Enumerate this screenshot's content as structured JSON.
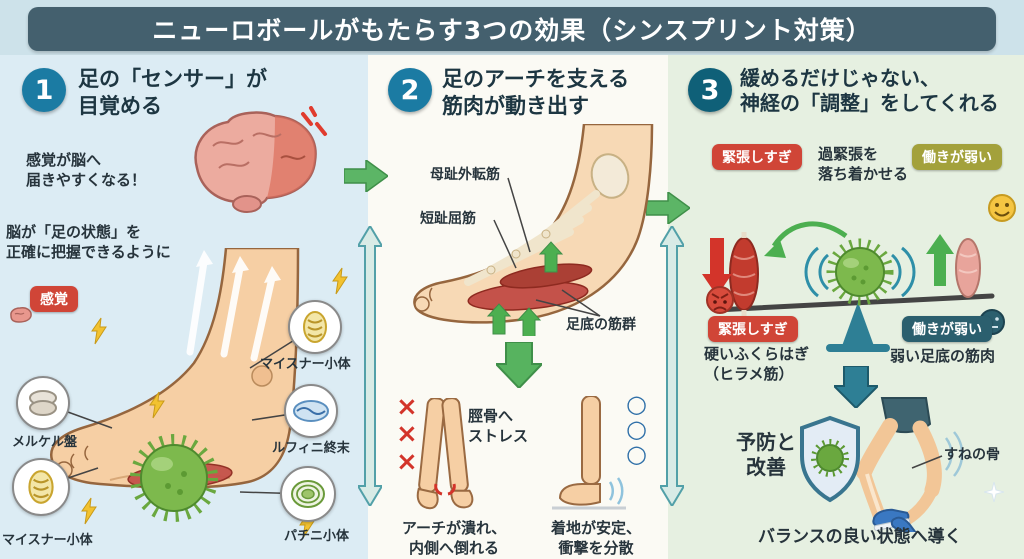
{
  "header": {
    "title": "ニューロボールがもたらす3つの効果（シンスプリント対策）"
  },
  "panels": [
    {
      "number": "1",
      "title": "足の「センサー」が\n目覚める",
      "notes": {
        "to_brain": "感覚が脳へ\n届きやすくなる！",
        "brain_grasp": "脳が「足の状態」を\n正確に把握できるように"
      },
      "badge": "感覚",
      "receptors": {
        "meissner_top": "マイスナー小体",
        "ruffini": "ルフィニ終末",
        "merkel": "メルケル盤",
        "meissner_bottom": "マイスナー小体",
        "pacinian": "パチニ小体"
      }
    },
    {
      "number": "2",
      "title": "足のアーチを支える\n筋肉が動き出す",
      "muscles": {
        "abductor_hallucis": "母趾外転筋",
        "flexor_digitorum_brevis": "短趾屈筋",
        "plantar_group": "足底の筋群"
      },
      "bad": {
        "marks": "×\n×\n×",
        "stress": "脛骨へ\nストレス",
        "caption": "アーチが潰れ、\n内側へ倒れる"
      },
      "good": {
        "marks": "○\n○\n○",
        "caption": "着地が安定、\n衝撃を分散"
      }
    },
    {
      "number": "3",
      "title": "緩めるだけじゃない、\n神経の「調整」をしてくれる",
      "top": {
        "tense_badge": "緊張しすぎ",
        "calm_text": "過緊張を\n落ち着かせる",
        "weak_badge": "働きが弱い"
      },
      "bottom": {
        "tense_badge": "緊張しすぎ",
        "tense_caption": "硬いふくらはぎ\n（ヒラメ筋）",
        "weak_badge": "働きが弱い",
        "weak_caption": "弱い足底の筋肉"
      },
      "result": {
        "prevention": "予防と\n改善",
        "shin_bone": "すねの骨",
        "caption": "バランスの良い状態へ導く"
      }
    }
  ],
  "colors": {
    "header_bg": "#44606e",
    "panel1_bg": "#dcecf4",
    "panel2_bg": "#fbfaf4",
    "panel3_bg": "#e6f0e1",
    "number_circle": "#1b7ba3",
    "badge_red": "#d04537",
    "badge_olive": "#a3a13b",
    "badge_teal": "#2b5f6e",
    "arrow_green": "#5cb566",
    "arrow_teal": "#2e7f95",
    "ball_green": "#7db94d"
  }
}
